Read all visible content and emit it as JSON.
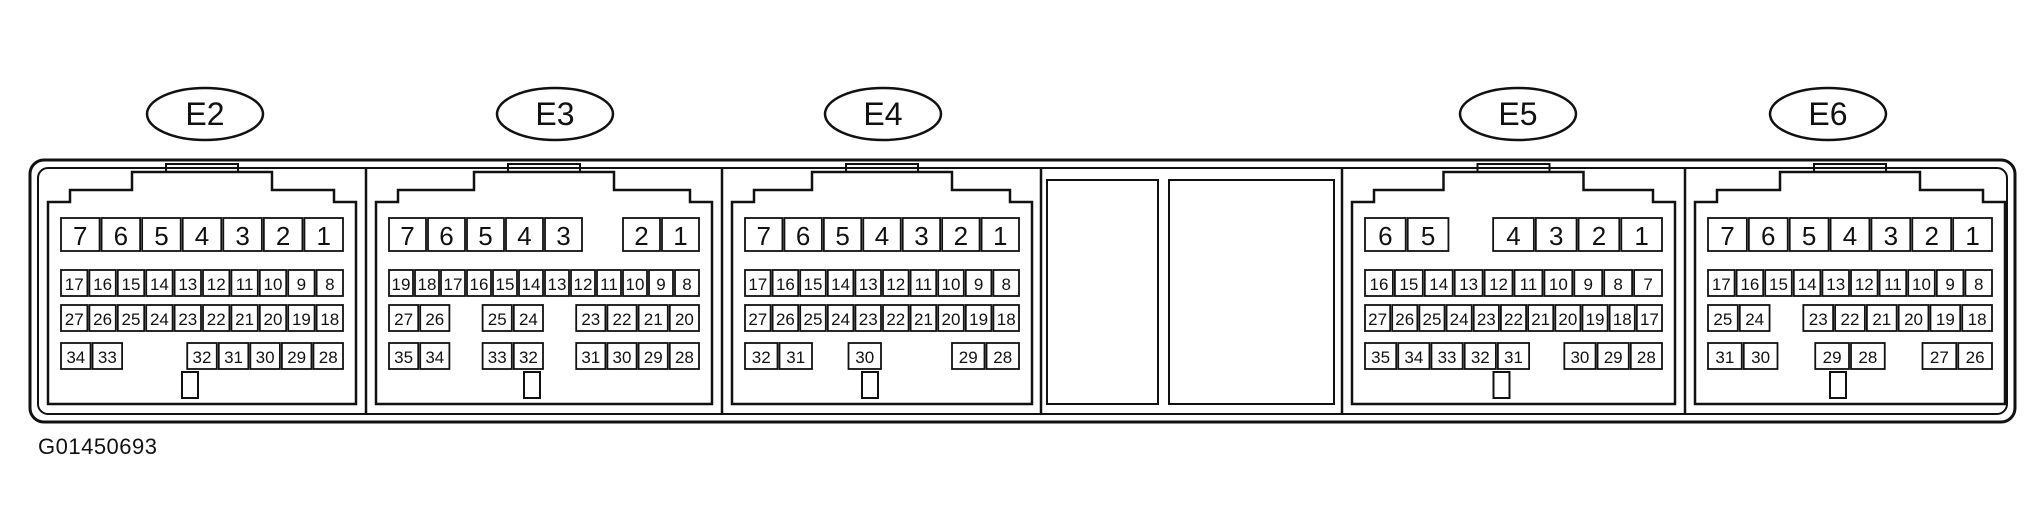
{
  "figure_code": "G01450693",
  "connectors": [
    {
      "id": "E2",
      "rows": [
        [
          "7",
          "6",
          "5",
          "4",
          "3",
          "2",
          "1"
        ],
        [
          "17",
          "16",
          "15",
          "14",
          "13",
          "12",
          "11",
          "10",
          "9",
          "8"
        ],
        [
          "27",
          "26",
          "25",
          "24",
          "23",
          "22",
          "21",
          "20",
          "19",
          "18"
        ],
        [
          "34",
          "33",
          "",
          "",
          "32",
          "31",
          "30",
          "29",
          "28"
        ]
      ]
    },
    {
      "id": "E3",
      "rows": [
        [
          "7",
          "6",
          "5",
          "4",
          "3",
          "",
          "2",
          "1"
        ],
        [
          "19",
          "18",
          "17",
          "16",
          "15",
          "14",
          "13",
          "12",
          "11",
          "10",
          "9",
          "8"
        ],
        [
          "27",
          "26",
          "",
          "25",
          "24",
          "",
          "23",
          "22",
          "21",
          "20"
        ],
        [
          "35",
          "34",
          "",
          "33",
          "32",
          "",
          "31",
          "30",
          "29",
          "28"
        ]
      ]
    },
    {
      "id": "E4",
      "rows": [
        [
          "7",
          "6",
          "5",
          "4",
          "3",
          "2",
          "1"
        ],
        [
          "17",
          "16",
          "15",
          "14",
          "13",
          "12",
          "11",
          "10",
          "9",
          "8"
        ],
        [
          "27",
          "26",
          "25",
          "24",
          "23",
          "22",
          "21",
          "20",
          "19",
          "18"
        ],
        [
          "32",
          "31",
          "",
          "30",
          "",
          "",
          "29",
          "28"
        ]
      ]
    },
    {
      "id": "E5",
      "rows": [
        [
          "6",
          "5",
          "",
          "4",
          "3",
          "2",
          "1"
        ],
        [
          "16",
          "15",
          "14",
          "13",
          "12",
          "11",
          "10",
          "9",
          "8",
          "7"
        ],
        [
          "27",
          "26",
          "25",
          "24",
          "23",
          "22",
          "21",
          "20",
          "19",
          "18",
          "17"
        ],
        [
          "35",
          "34",
          "33",
          "32",
          "31",
          "",
          "30",
          "29",
          "28"
        ]
      ]
    },
    {
      "id": "E6",
      "rows": [
        [
          "7",
          "6",
          "5",
          "4",
          "3",
          "2",
          "1"
        ],
        [
          "17",
          "16",
          "15",
          "14",
          "13",
          "12",
          "11",
          "10",
          "9",
          "8"
        ],
        [
          "25",
          "24",
          "",
          "23",
          "22",
          "21",
          "20",
          "19",
          "18"
        ],
        [
          "31",
          "30",
          "",
          "29",
          "28",
          "",
          "27",
          "26"
        ]
      ]
    }
  ]
}
